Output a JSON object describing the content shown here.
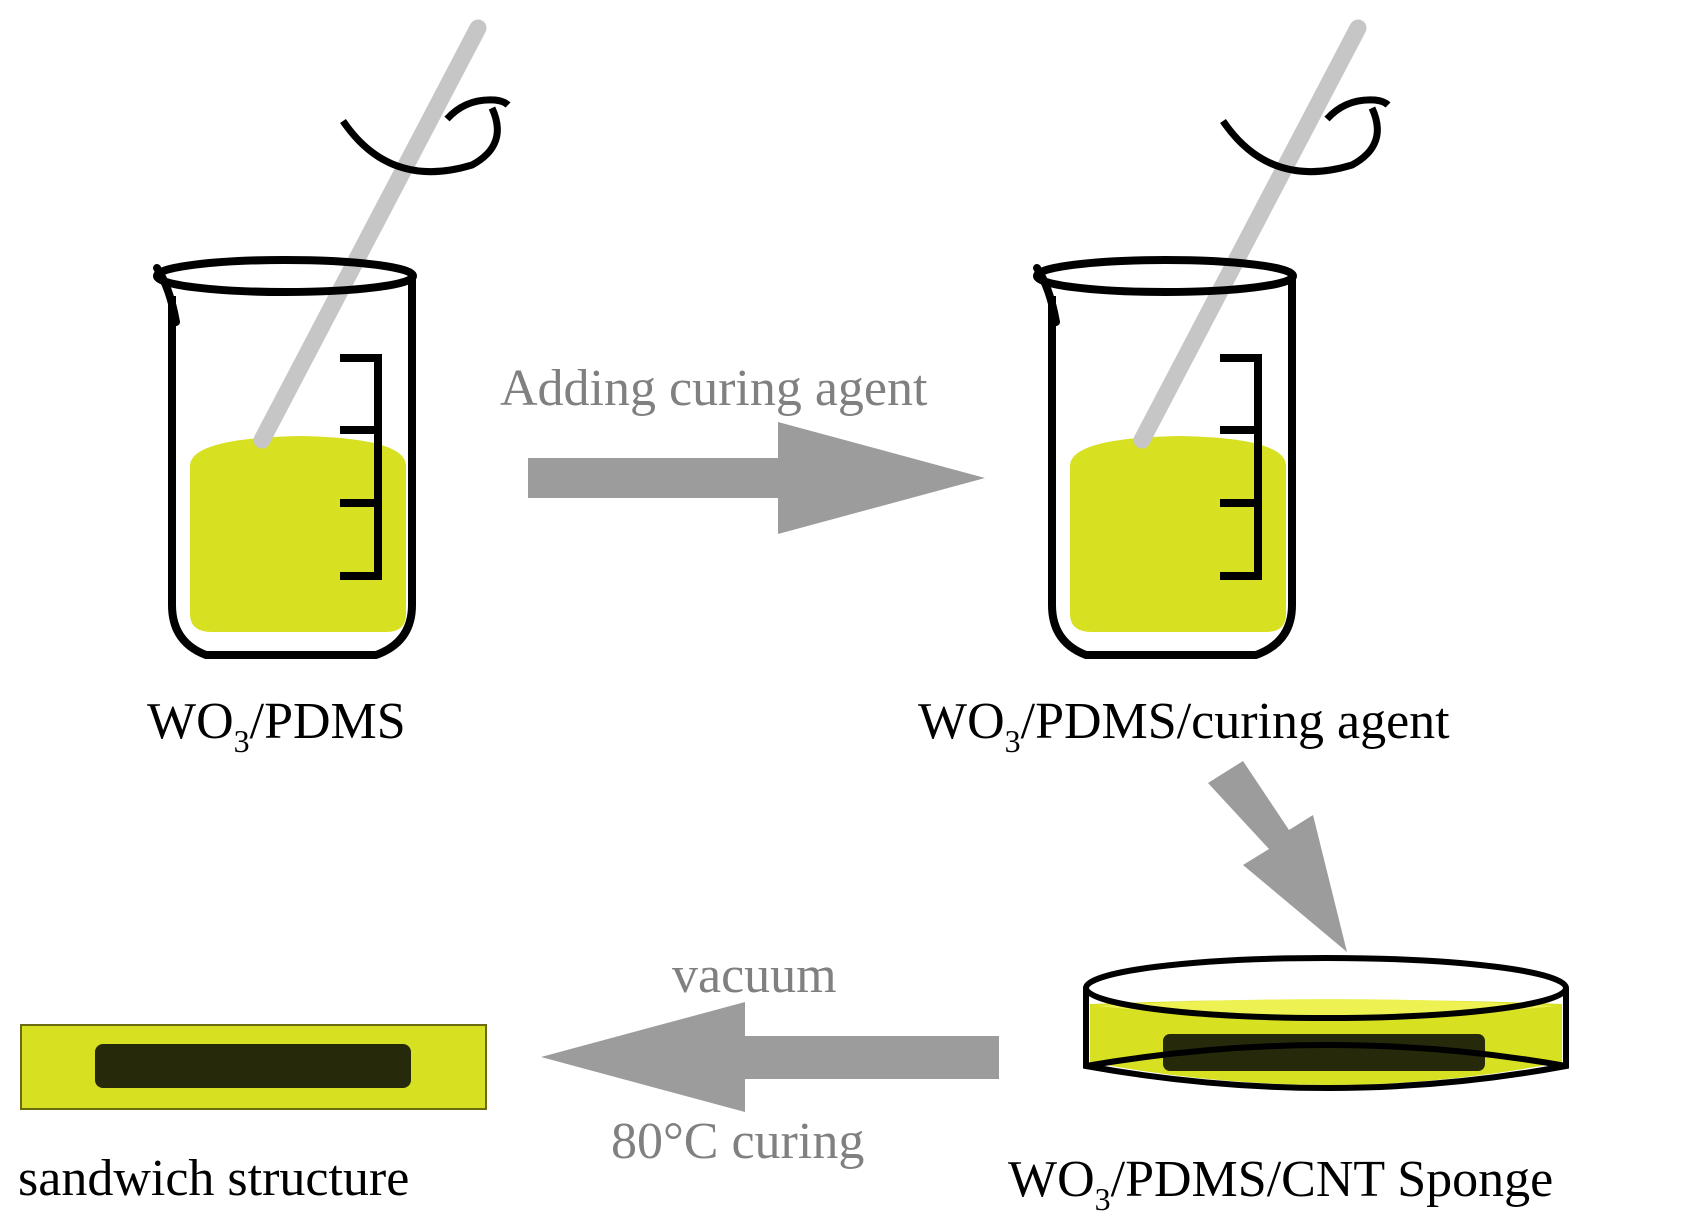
{
  "colors": {
    "liquid": "#d8e022",
    "liquid_light": "#f1f35a",
    "outline": "#000000",
    "arrow": "#9c9c9c",
    "rod": "#c6c6c6",
    "sponge": "#262a0a"
  },
  "icons": [
    "beaker-icon",
    "stirring-rod-icon",
    "rotation-arrow-icon",
    "petri-dish-icon",
    "sandwich-structure-icon"
  ],
  "labels": {
    "beaker1": {
      "main": "WO",
      "sub": "3",
      "rest": "/PDMS"
    },
    "beaker2": {
      "main": "WO",
      "sub": "3",
      "rest": "/PDMS/curing agent"
    },
    "dish": {
      "main": "WO",
      "sub": "3",
      "rest": "/PDMS/CNT Sponge"
    },
    "sandwich": "sandwich structure"
  },
  "arrows": {
    "step1": "Adding curing agent",
    "step3_top": "vacuum",
    "step3_bottom": "80°C curing"
  }
}
